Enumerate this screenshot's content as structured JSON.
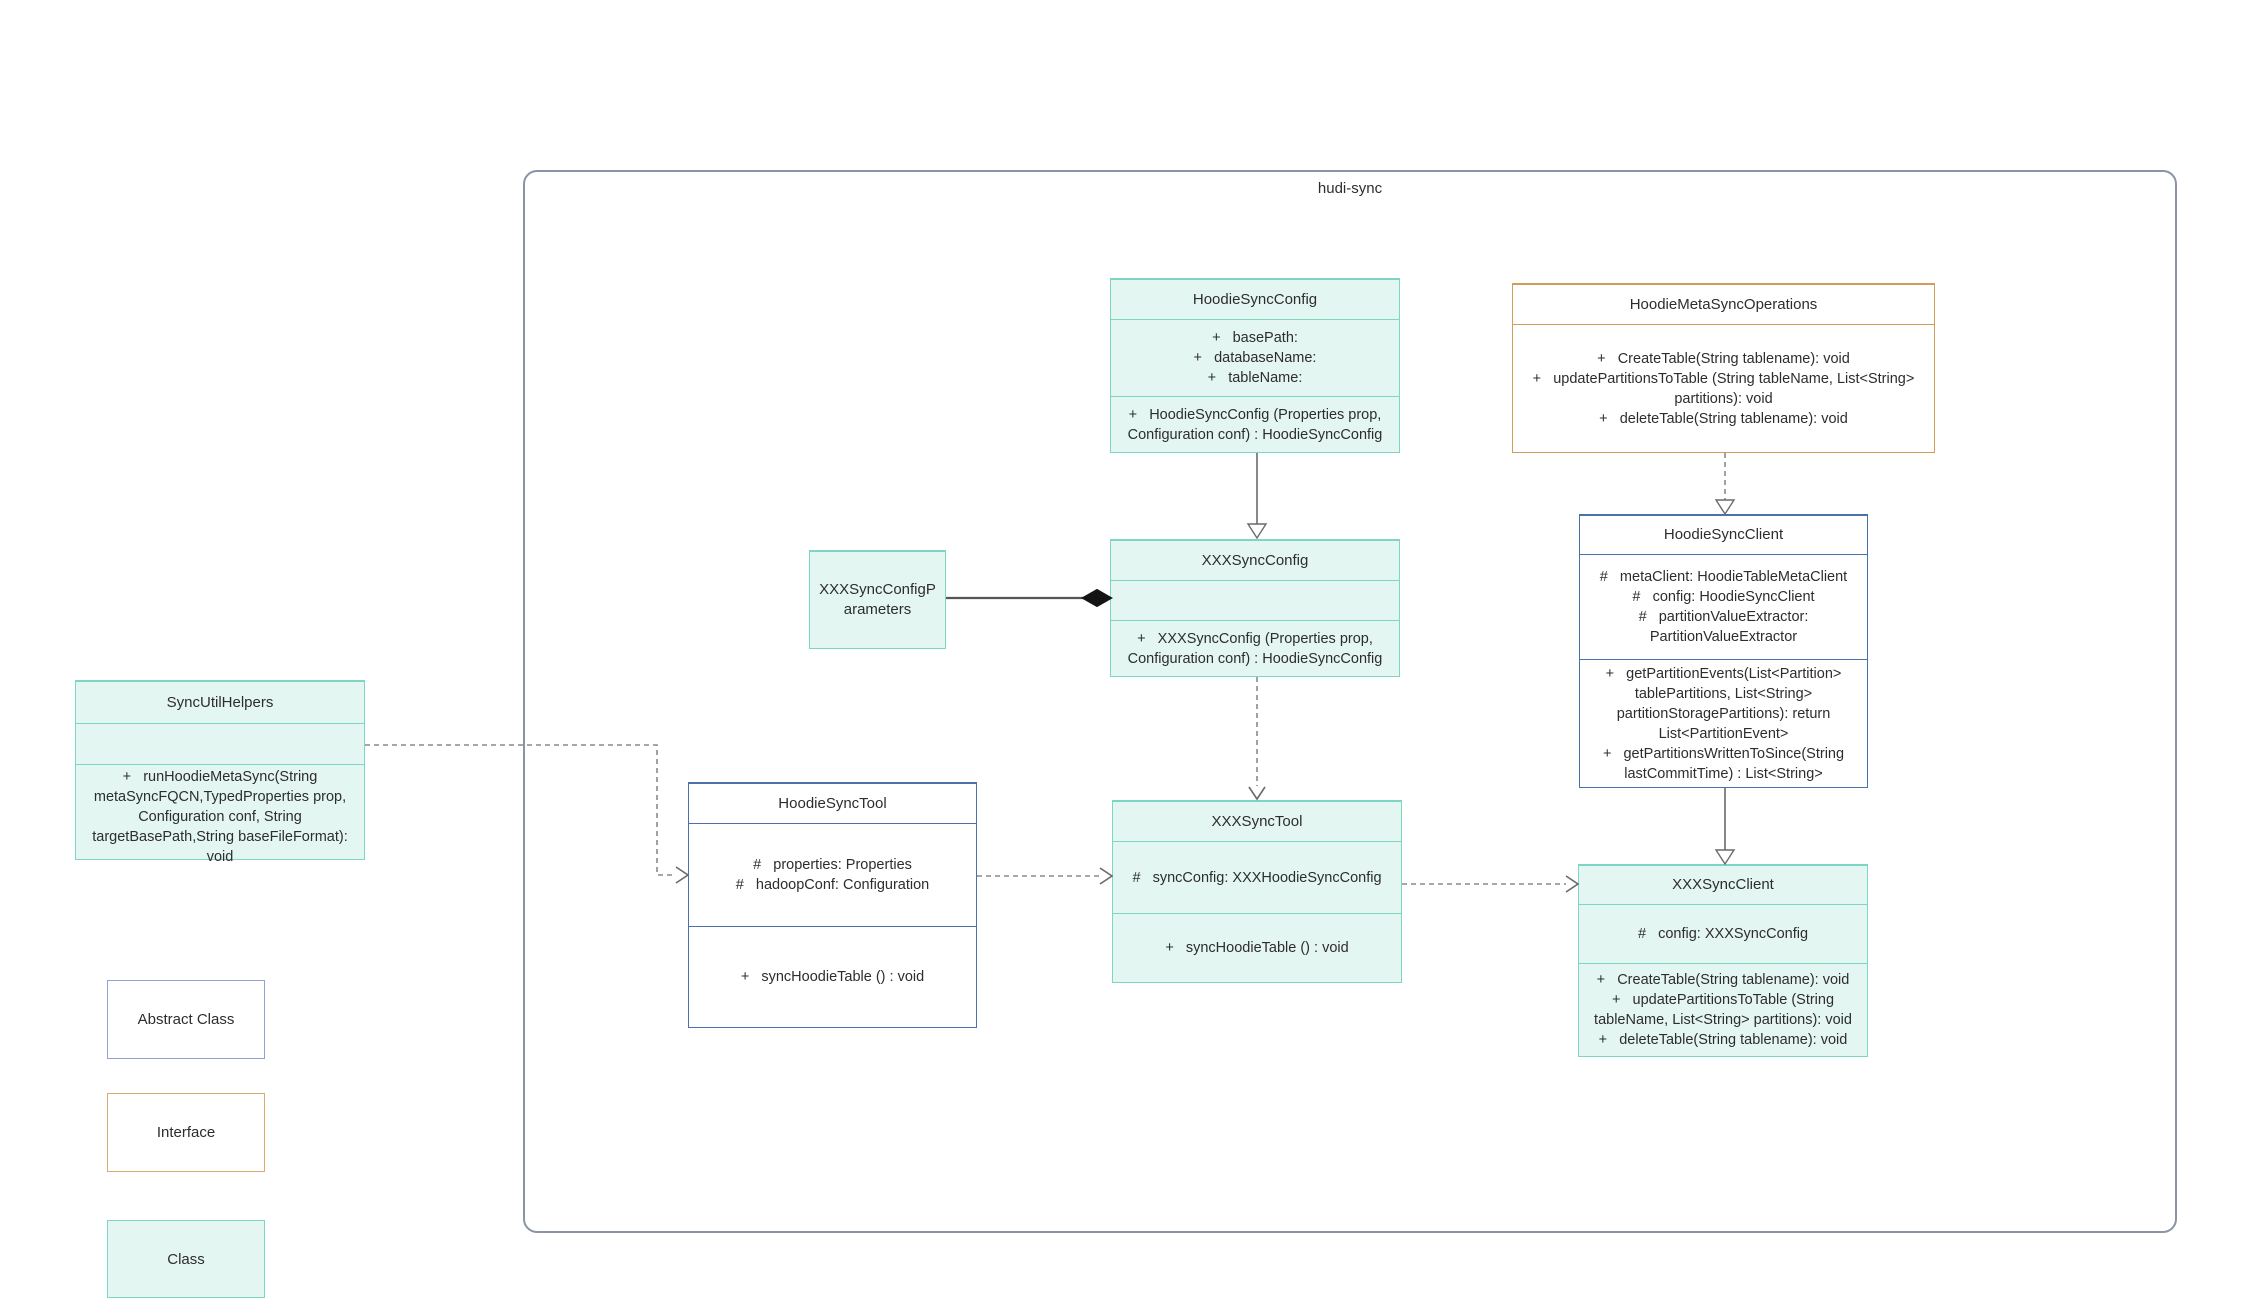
{
  "container": {
    "label": "hudi-sync"
  },
  "classes": {
    "sync_util_helpers": {
      "title": "SyncUtilHelpers",
      "methods": [
        "+   runHoodieMetaSync(String metaSyncFQCN,TypedProperties prop, Configuration conf, String targetBasePath,String baseFileFormat): void"
      ]
    },
    "hoodie_sync_config": {
      "title": "HoodieSyncConfig",
      "attributes": [
        "+   basePath:",
        "+   databaseName:",
        "+   tableName:"
      ],
      "methods": [
        "+   HoodieSyncConfig (Properties prop, Configuration conf) : HoodieSyncConfig"
      ]
    },
    "hoodie_meta_sync_operations": {
      "title": "HoodieMetaSyncOperations",
      "methods": [
        "+   CreateTable(String tablename): void",
        "+   updatePartitionsToTable (String tableName, List<String> partitions): void",
        "+   deleteTable(String tablename): void"
      ]
    },
    "xxx_sync_config_parameters": {
      "title": "XXXSyncConfigParameters"
    },
    "xxx_sync_config": {
      "title": "XXXSyncConfig",
      "methods": [
        "+   XXXSyncConfig (Properties prop, Configuration conf) : HoodieSyncConfig"
      ]
    },
    "hoodie_sync_client": {
      "title": "HoodieSyncClient",
      "attributes": [
        "#   metaClient: HoodieTableMetaClient",
        "#   config: HoodieSyncClient",
        "#   partitionValueExtractor: PartitionValueExtractor"
      ],
      "methods": [
        "+   getPartitionEvents(List<Partition> tablePartitions, List<String> partitionStoragePartitions): return List<PartitionEvent>",
        "+   getPartitionsWrittenToSince(String lastCommitTime) : List<String>"
      ]
    },
    "hoodie_sync_tool": {
      "title": "HoodieSyncTool",
      "attributes": [
        "#   properties: Properties",
        "#   hadoopConf: Configuration"
      ],
      "methods": [
        "+   syncHoodieTable () : void"
      ]
    },
    "xxx_sync_tool": {
      "title": "XXXSyncTool",
      "attributes": [
        "#   syncConfig: XXXHoodieSyncConfig"
      ],
      "methods": [
        "+   syncHoodieTable () : void"
      ]
    },
    "xxx_sync_client": {
      "title": "XXXSyncClient",
      "attributes": [
        "#   config: XXXSyncConfig"
      ],
      "methods": [
        "+   CreateTable(String tablename): void",
        "+   updatePartitionsToTable (String tableName, List<String> partitions): void",
        "+   deleteTable(String tablename): void"
      ]
    }
  },
  "legend": {
    "abstract_label": "Abstract Class",
    "interface_label": "Interface",
    "class_label": "Class"
  },
  "colors": {
    "class_fill": "#e4f6f1",
    "class_border": "#7cd6c3",
    "abstract_border": "#4a72a8",
    "interface_border": "#cf9c59",
    "legend_abstract_border": "#8ea2d8",
    "legend_interface_border": "#dcab72",
    "container_border": "#8b93a9",
    "connector_line": "#6a6a6a",
    "composition_diamond": "#141414"
  }
}
